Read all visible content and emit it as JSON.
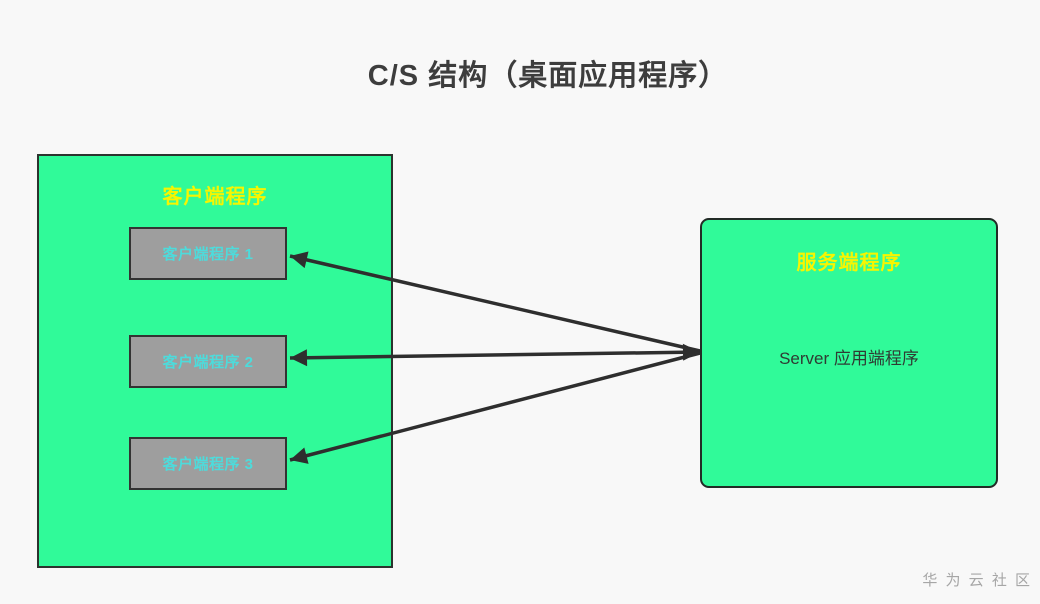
{
  "title": "C/S 结构（桌面应用程序）",
  "client_group": {
    "label": "客户端程序",
    "items": [
      {
        "id": "client-1",
        "label": "客户端程序 1"
      },
      {
        "id": "client-2",
        "label": "客户端程序 2"
      },
      {
        "id": "client-3",
        "label": "客户端程序 3"
      }
    ]
  },
  "server": {
    "label": "服务端程序",
    "body": "Server 应用端程序"
  },
  "watermark": "华 为 云 社 区",
  "diagram": {
    "type": "client-server-architecture",
    "edges": [
      {
        "from": "server",
        "to": "client-1",
        "direction": "both"
      },
      {
        "from": "server",
        "to": "client-2",
        "direction": "both"
      },
      {
        "from": "server",
        "to": "client-3",
        "direction": "both"
      }
    ]
  },
  "colors": {
    "background": "#f8f8f8",
    "node_green": "#30fa99",
    "node_border": "#2c332e",
    "inner_node_gray": "#9e9e9e",
    "inner_node_border": "#333333",
    "group_label_yellow": "#f7f500",
    "inner_label_cyan": "#4ddbdb",
    "title_text": "#3d3d3d",
    "server_body_text": "#2f3b33",
    "arrow": "#2e2e2e",
    "watermark_gray": "#a6a6a6"
  }
}
